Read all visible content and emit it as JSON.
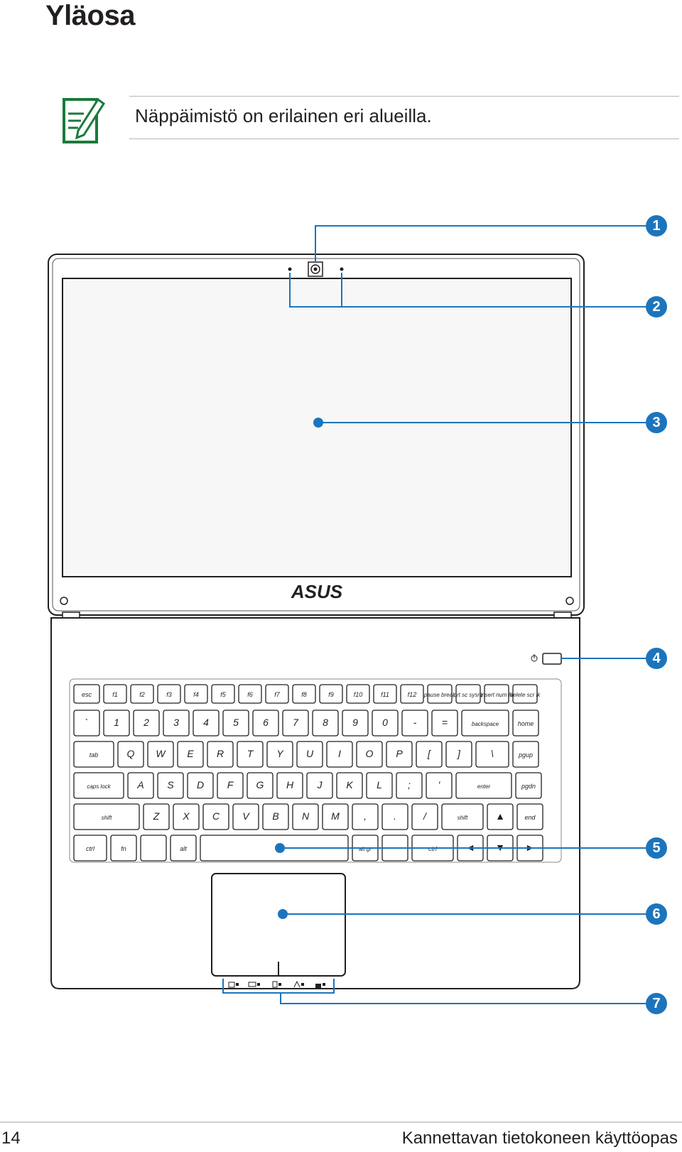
{
  "page": {
    "heading": "Yläosa",
    "note_text": "Näppäimistö on erilainen eri alueilla.",
    "page_number": "14",
    "footer_title": "Kannettavan tietokoneen käyttöopas"
  },
  "callouts": [
    "1",
    "2",
    "3",
    "4",
    "5",
    "6",
    "7"
  ],
  "brand_logo_text": "ASUS",
  "keyboard": {
    "row_fn": [
      "esc",
      "f1",
      "f2",
      "f3",
      "f4",
      "f5",
      "f6",
      "f7",
      "f8",
      "f9",
      "f10",
      "f11",
      "f12",
      "pause break",
      "prt sc sysrq",
      "insert num lk",
      "delete scr lk"
    ],
    "row_num": [
      "`",
      "1",
      "2",
      "3",
      "4",
      "5",
      "6",
      "7",
      "8",
      "9",
      "0",
      "-",
      "=",
      "backspace",
      "home"
    ],
    "row_q": [
      "tab",
      "Q",
      "W",
      "E",
      "R",
      "T",
      "Y",
      "U",
      "I",
      "O",
      "P",
      "[",
      "]",
      "\\",
      "pgup"
    ],
    "row_a": [
      "caps lock",
      "A",
      "S",
      "D",
      "F",
      "G",
      "H",
      "J",
      "K",
      "L",
      ";",
      "'",
      "enter",
      "pgdn"
    ],
    "row_z": [
      "shift",
      "Z",
      "X",
      "C",
      "V",
      "B",
      "N",
      "M",
      ",",
      ".",
      "/",
      "shift",
      "▲",
      "end"
    ],
    "row_bottom": [
      "ctrl",
      "fn",
      "",
      "alt",
      "",
      "alt gr",
      "",
      "ctrl",
      "◄",
      "▼",
      "►"
    ]
  },
  "colors": {
    "callout": "#1c75bc",
    "note_icon": "#1a7a3c",
    "outline": "#231f20"
  }
}
